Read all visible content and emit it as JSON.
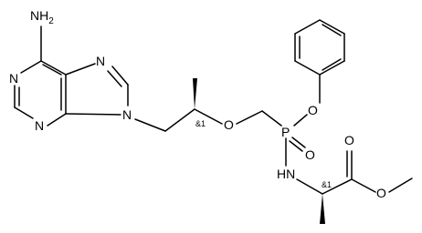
{
  "molecule": {
    "atoms": {
      "nh2": "NH",
      "nh2_sub": "2",
      "n1": "N",
      "n3": "N",
      "n7": "N",
      "n9": "N",
      "o_ether": "O",
      "p": "P",
      "o_phenoxy": "O",
      "o_pdouble": "O",
      "nh": "HN",
      "o_carbonyl": "O",
      "o_ester": "O"
    },
    "stereo_labels": {
      "c_propyl": "&1",
      "c_alpha": "&1"
    }
  }
}
